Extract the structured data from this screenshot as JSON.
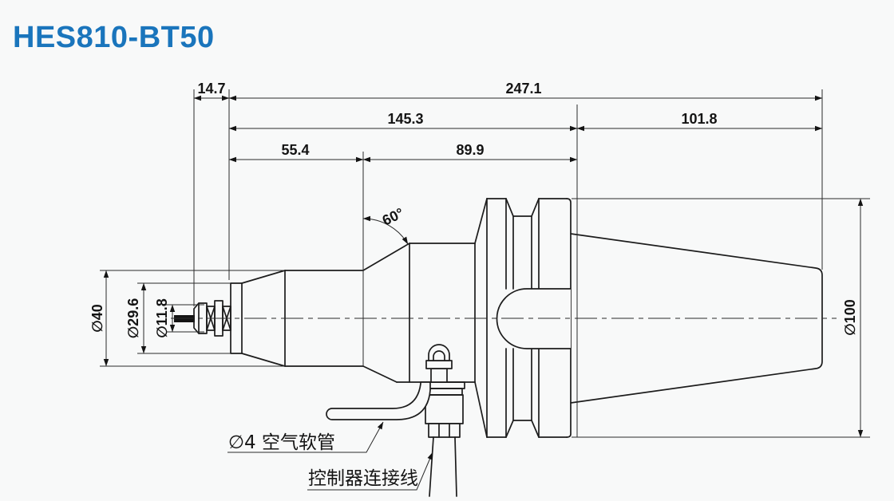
{
  "page": {
    "background": "#f8f9f9"
  },
  "title": {
    "text": "HES810-BT50",
    "color": "#1a75bc"
  },
  "drawing": {
    "line_color": "#1c1c1c",
    "dimensions": {
      "collet_overhang": "14.7",
      "overall_length": "247.1",
      "spindle_length": "145.3",
      "holder_length": "101.8",
      "nose_length": "55.4",
      "body_length": "89.9",
      "taper_angle": "60°",
      "body_dia": "∅40",
      "nose_dia": "∅29.6",
      "collet_dia": "∅11.8",
      "flange_dia": "∅100"
    },
    "callouts": {
      "air_hose": "∅4 空气软管",
      "controller_cable": "控制器连接线"
    }
  }
}
